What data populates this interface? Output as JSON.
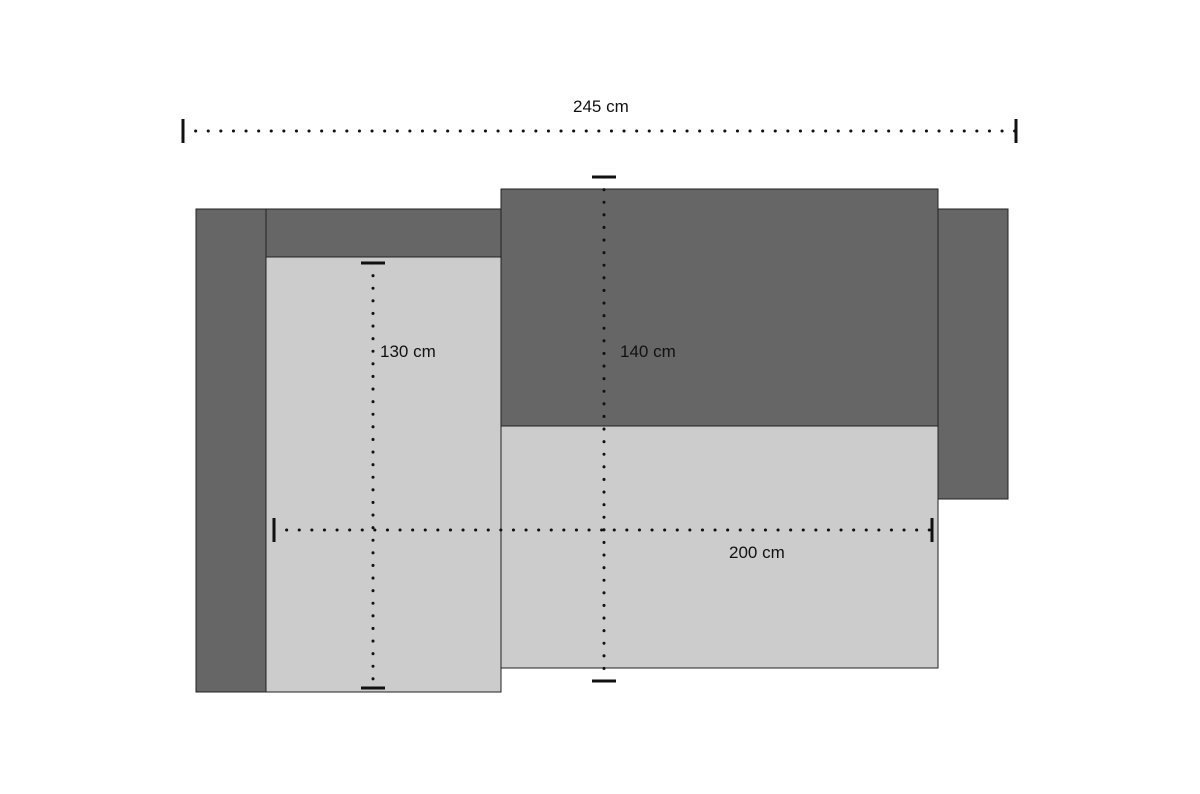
{
  "dimensions": {
    "total_width": "245 cm",
    "bed_width": "200 cm",
    "chaise_length": "130 cm",
    "bed_length": "140 cm"
  },
  "colors": {
    "upholstery_dark": "#666666",
    "mattress_light": "#cccccc",
    "outline": "#222222",
    "dimension_line": "#111111"
  }
}
